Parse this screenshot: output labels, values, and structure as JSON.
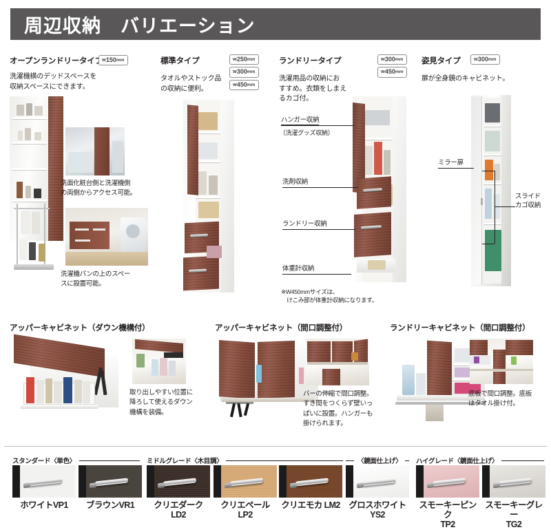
{
  "header": {
    "title": "周辺収納　バリエーション"
  },
  "sections": [
    {
      "id": "open-laundry",
      "title": "オープンランドリータイプ",
      "badges": [
        "w150mm"
      ],
      "desc": "洗濯機横のデッドスペースを\n収納スペースにできます。",
      "captions": [
        "洗面化粧台側と洗濯機側\nの両側からアクセス可能。",
        "洗濯機パンの上のスペー\nスに設置可能。"
      ]
    },
    {
      "id": "standard",
      "title": "標準タイプ",
      "badges": [
        "w250mm",
        "w300mm",
        "w450mm"
      ],
      "desc": "タオルやストック品\nの収納に便利。",
      "captions": []
    },
    {
      "id": "laundry",
      "title": "ランドリータイプ",
      "badges": [
        "w300mm",
        "w450mm"
      ],
      "desc": "洗濯用品の収納にお\nすすめ。衣類をしまえ\nるカゴ付。",
      "callouts": [
        {
          "label": "ハンガー収納",
          "sub": "〔洗濯グッズ収納〕"
        },
        {
          "label": "洗剤収納",
          "sub": ""
        },
        {
          "label": "ランドリー収納",
          "sub": ""
        },
        {
          "label": "体重計収納",
          "sub": ""
        }
      ],
      "note": "※W450mmサイズは、\n　けこみ部が体重計収納になります。"
    },
    {
      "id": "mirror",
      "title": "姿見タイプ",
      "badges": [
        "w300mm"
      ],
      "desc": "扉が全身鏡のキャビネット。",
      "callouts": [
        {
          "label": "ミラー扉",
          "sub": ""
        },
        {
          "label": "スライド\nカゴ収納",
          "sub": ""
        }
      ]
    }
  ],
  "cabinets": [
    {
      "id": "upper-down",
      "title": "アッパーキャビネット（ダウン機構付）",
      "caption": "取り出しやすい位置に\n降ろして使えるダウン\n機構を装備。"
    },
    {
      "id": "upper-width",
      "title": "アッパーキャビネット（間口調整付）",
      "caption": "バーの伸縮で間口調整。\nすき間をつくらず壁いっ\nぱいに設置。ハンガーも\n掛けられます。"
    },
    {
      "id": "laundry-cab",
      "title": "ランドリーキャビネット（間口調整付）",
      "caption": "底板で間口調整。底板\nはタオル掛け付。"
    }
  ],
  "grades": [
    {
      "id": "standard",
      "name": "スタンダード〈単色〉"
    },
    {
      "id": "middle",
      "name": "ミドルグレード〈木目調〉"
    },
    {
      "id": "gloss",
      "name": "〈鏡面仕上げ〉"
    },
    {
      "id": "high",
      "name": "ハイグレード〈鏡面仕上げ〉"
    }
  ],
  "colors": [
    {
      "id": "white-vp1",
      "name": "ホワイトVP1",
      "hex": "#f2f2f0",
      "grade": "standard"
    },
    {
      "id": "brown-vr1",
      "name": "ブラウンVR1",
      "hex": "#4a443e",
      "grade": "standard"
    },
    {
      "id": "crie-dark-ld2",
      "name": "クリエダークLD2",
      "hex": "#3a2c26",
      "grade": "middle"
    },
    {
      "id": "crie-pale-lp2",
      "name": "クリエペールLP2",
      "hex": "#d9ad7a",
      "grade": "middle"
    },
    {
      "id": "crie-moka-lm2",
      "name": "クリエモカ LM2",
      "hex": "#7b4a2d",
      "grade": "middle"
    },
    {
      "id": "gloss-white-ys2",
      "name": "グロスホワイトYS2",
      "hex": "#f5f5f3",
      "grade": "gloss"
    },
    {
      "id": "smoky-pink-tp2",
      "name": "スモーキーピンク\nTP2",
      "hex": "#e6bec0",
      "grade": "high"
    },
    {
      "id": "smoky-gray-tg2",
      "name": "スモーキーグレー\nTG2",
      "hex": "#dcd9d4",
      "grade": "high"
    }
  ]
}
